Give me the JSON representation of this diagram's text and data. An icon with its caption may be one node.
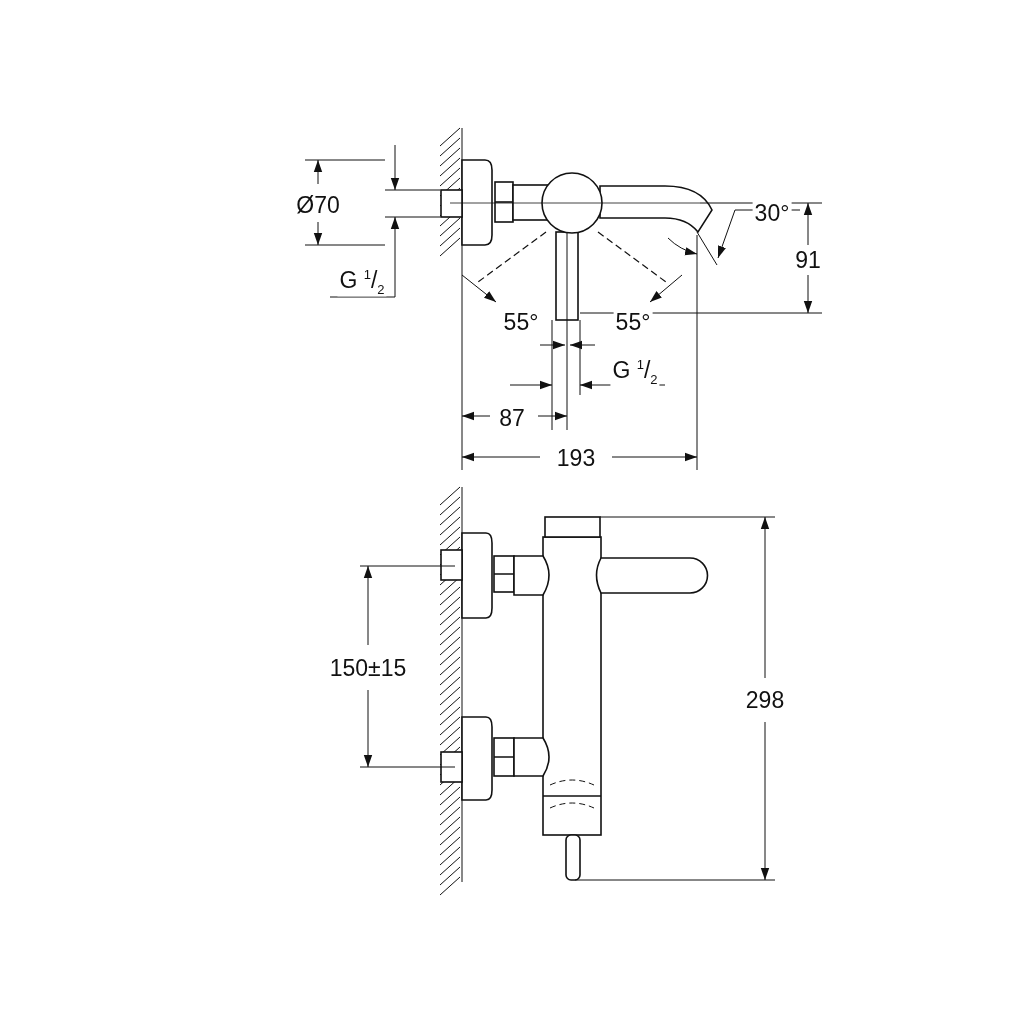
{
  "diagram": {
    "labels": [
      "Ø70",
      "G $^{1}$/$_{2}$",
      "30°",
      "91",
      "55°",
      "55°",
      "G $^{1}$/$_{2}$",
      "87",
      "193",
      "150±15",
      "298"
    ]
  }
}
